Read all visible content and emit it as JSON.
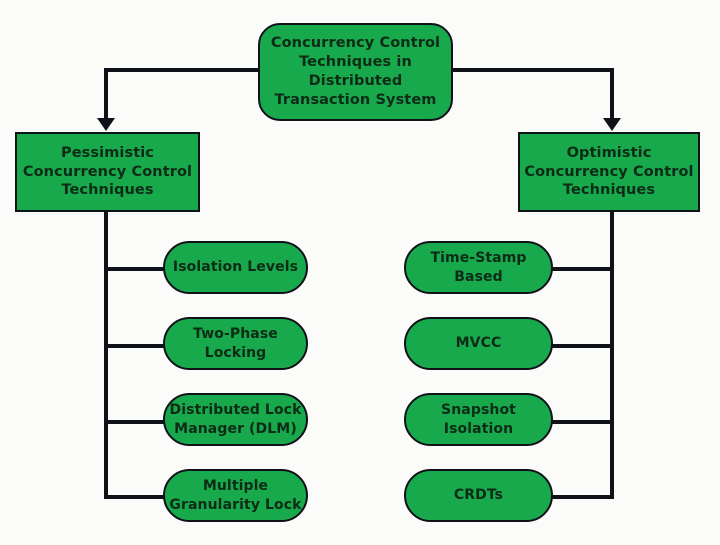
{
  "diagram": {
    "title": "Concurrency Control Techniques in Distributed Transaction System",
    "type": "hierarchy-tree",
    "colors": {
      "node_fill": "#17a94b",
      "node_border": "#10121a",
      "text": "#0d2b16",
      "background": "#fbfbf9",
      "connector": "#10121a"
    },
    "root": {
      "label": "Concurrency Control\nTechniques in\nDistributed\nTransaction System",
      "shape": "rounded-rectangle"
    },
    "branches": [
      {
        "label": "Pessimistic\nConcurrency Control\nTechniques",
        "shape": "rectangle",
        "side": "left",
        "children": [
          {
            "label": "Isolation Levels",
            "shape": "pill"
          },
          {
            "label": "Two-Phase\nLocking",
            "shape": "pill"
          },
          {
            "label": "Distributed Lock\nManager (DLM)",
            "shape": "pill"
          },
          {
            "label": "Multiple\nGranularity Lock",
            "shape": "pill"
          }
        ]
      },
      {
        "label": "Optimistic\nConcurrency Control\nTechniques",
        "shape": "rectangle",
        "side": "right",
        "children": [
          {
            "label": "Time-Stamp\nBased",
            "shape": "pill"
          },
          {
            "label": "MVCC",
            "shape": "pill"
          },
          {
            "label": "Snapshot\nIsolation",
            "shape": "pill"
          },
          {
            "label": "CRDTs",
            "shape": "pill"
          }
        ]
      }
    ]
  }
}
